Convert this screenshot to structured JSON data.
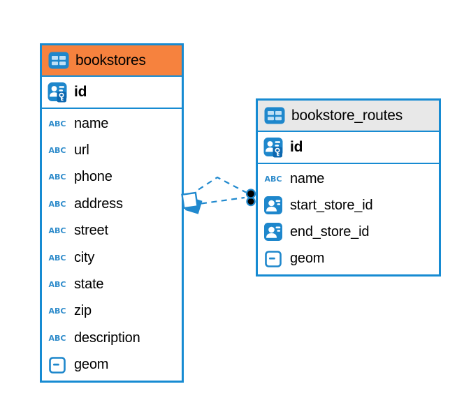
{
  "accent_color": "#178BD2",
  "tables": [
    {
      "name": "bookstores",
      "header_bg": "#F6823E",
      "key_columns": [
        {
          "name": "id",
          "icon": "primary-key-icon",
          "primary_key": true
        }
      ],
      "columns": [
        {
          "name": "name",
          "icon": "text-type-icon"
        },
        {
          "name": "url",
          "icon": "text-type-icon"
        },
        {
          "name": "phone",
          "icon": "text-type-icon"
        },
        {
          "name": "address",
          "icon": "text-type-icon"
        },
        {
          "name": "street",
          "icon": "text-type-icon"
        },
        {
          "name": "city",
          "icon": "text-type-icon"
        },
        {
          "name": "state",
          "icon": "text-type-icon"
        },
        {
          "name": "zip",
          "icon": "text-type-icon"
        },
        {
          "name": "description",
          "icon": "text-type-icon"
        },
        {
          "name": "geom",
          "icon": "geometry-type-icon"
        }
      ]
    },
    {
      "name": "bookstore_routes",
      "header_bg": "#E8E8E8",
      "key_columns": [
        {
          "name": "id",
          "icon": "primary-key-icon",
          "primary_key": true
        }
      ],
      "columns": [
        {
          "name": "name",
          "icon": "text-type-icon"
        },
        {
          "name": "start_store_id",
          "icon": "reference-icon"
        },
        {
          "name": "end_store_id",
          "icon": "reference-icon"
        },
        {
          "name": "geom",
          "icon": "geometry-type-icon"
        }
      ]
    }
  ],
  "relationships": {
    "between": [
      "bookstores",
      "bookstore_routes"
    ],
    "line_count": 2,
    "line_style": "dashed"
  }
}
